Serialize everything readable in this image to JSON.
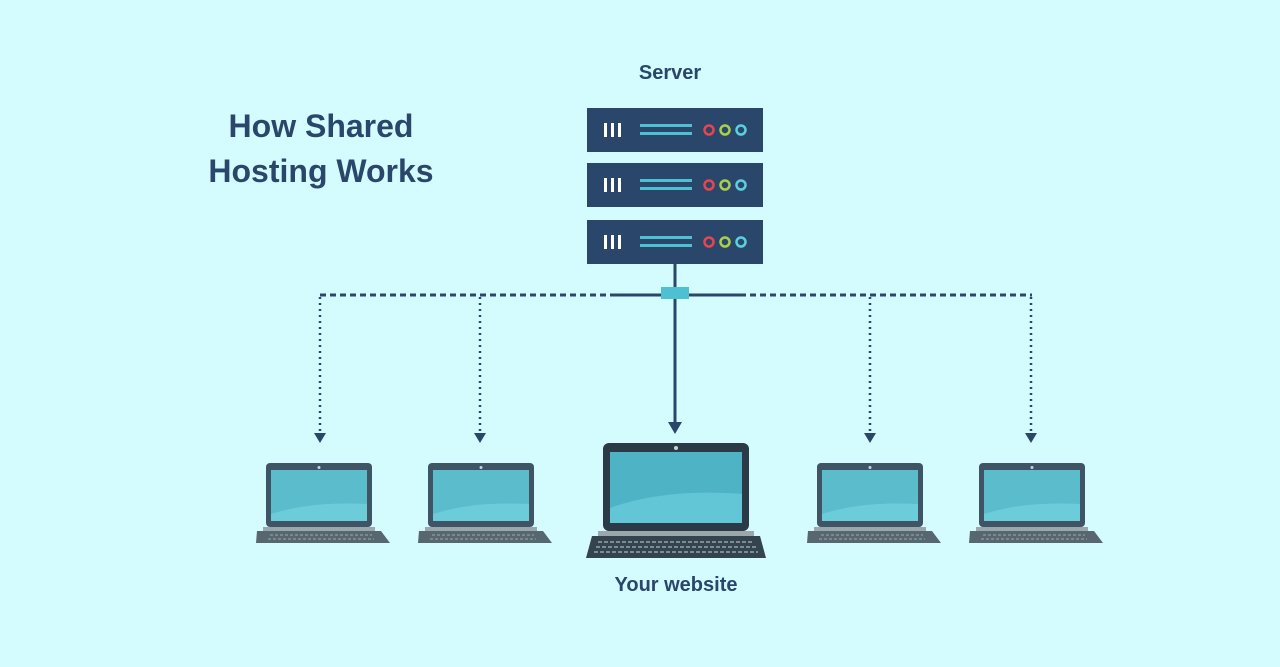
{
  "title": {
    "line1": "How Shared",
    "line2": "Hosting Works"
  },
  "server": {
    "label": "Server",
    "unit_count": 3
  },
  "clients": {
    "count": 5,
    "highlighted_label": "Your website"
  },
  "colors": {
    "background": "#d4fcfe",
    "navy": "#2b466b",
    "teal": "#4fc0d2",
    "screen": "#5bbdcc",
    "led_red": "#e8454f",
    "led_green": "#a8d04a",
    "led_blue": "#5ccfe0"
  },
  "icons": {
    "server": "server-rack-icon",
    "laptop": "laptop-icon",
    "connector": "network-hub-icon"
  }
}
